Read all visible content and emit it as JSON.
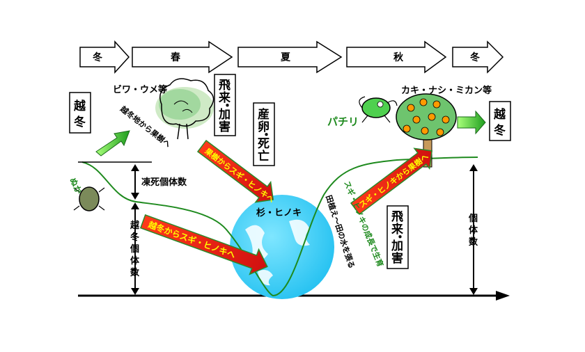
{
  "seasons": [
    "冬",
    "春",
    "夏",
    "秋",
    "冬"
  ],
  "boxes": {
    "overwinter_left": "越冬",
    "fly_damage_spring": "飛来・加害",
    "lay_eggs_die": "産卵・死亡",
    "fly_damage_autumn": "飛来・加害",
    "overwinter_right": "越冬"
  },
  "labels": {
    "biwa_ume": "ビワ・ウメ等",
    "from_overwinter_to_fruit": "越冬地から果樹へ",
    "frozen_count": "凍死個体数",
    "overwinter_count": "越冬個体数",
    "kaki_nashi_mikan": "カキ・ナシ・ミカン等",
    "sugi_hinoki": "杉・ヒノキ",
    "field_growth": "田植え〜田の水を張る",
    "sugi_grow": "スギ・ヒノキの成長で生育",
    "population": "個体数",
    "pachiri": "パチリ",
    "nukame": "ぬか"
  },
  "red_arrows": {
    "fruit_to_sugi": "果樹からスギ・ヒノキへ",
    "winter_to_sugi": "越冬からスギ・ヒノキへ",
    "sugi_to_fruit": "スギ・ヒノキから果樹へ"
  },
  "colors": {
    "red_arrow": "#e82020",
    "green_arrow": "#2e9e2e",
    "globe": "#3fd0ff",
    "tree_green": "#6ec46e",
    "orange_fruit": "#ff9a00",
    "curve": "#1e8a1e"
  }
}
